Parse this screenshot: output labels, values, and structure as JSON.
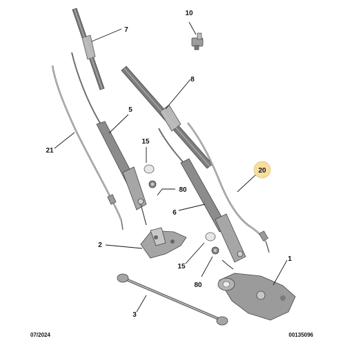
{
  "callouts": {
    "c1": "1",
    "c2": "2",
    "c3": "3",
    "c5": "5",
    "c6": "6",
    "c7": "7",
    "c8": "8",
    "c10": "10",
    "c15a": "15",
    "c15b": "15",
    "c20": "20",
    "c21": "21",
    "c80a": "80",
    "c80b": "80"
  },
  "highlight_color": "#f6dea0",
  "footer": {
    "date": "07/2024",
    "code": "00135096"
  }
}
